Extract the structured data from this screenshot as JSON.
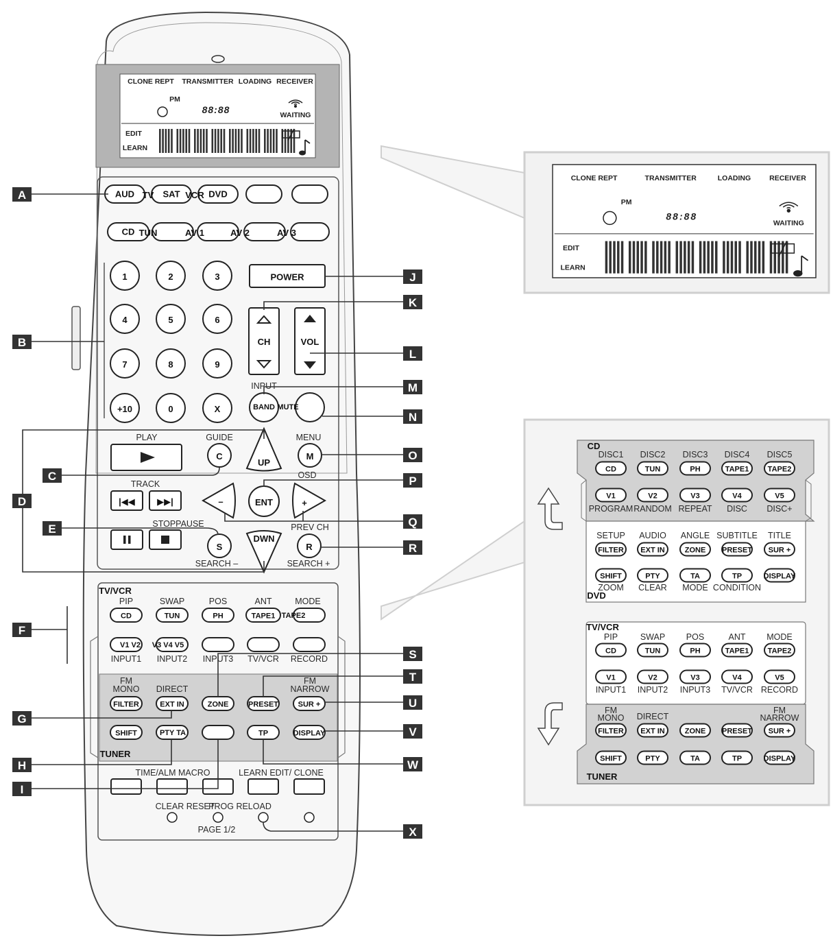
{
  "lcd": {
    "labels": [
      "CLONE REPT",
      "TRANSMITTER",
      "LOADING",
      "RECEIVER"
    ],
    "pm": "PM",
    "time": "88:88",
    "waiting": "WAITING",
    "edit": "EDIT",
    "learn": "LEARN"
  },
  "device_row": [
    "AUD",
    "TV",
    "SAT",
    "VCR",
    "DVD"
  ],
  "source_row": [
    "CD",
    "TUN",
    "AV 1",
    "AV 2",
    "AV 3"
  ],
  "numpad": [
    "1",
    "2",
    "3",
    "4",
    "5",
    "6",
    "7",
    "8",
    "9",
    "+10",
    "0",
    "X"
  ],
  "power_label": "POWER",
  "ch_label": "CH",
  "vol_label": "VOL",
  "input_label": "INPUT",
  "band_label": "BAND",
  "mute_label": "MUTE",
  "nav": {
    "play": "PLAY",
    "guide": "GUIDE",
    "menu": "MENU",
    "track": "TRACK",
    "osd": "OSD",
    "stoppause": "STOPPAUSE",
    "prev_ch": "PREV CH",
    "search_minus": "SEARCH –",
    "search_plus": "SEARCH +",
    "c": "C",
    "m": "M",
    "s": "S",
    "r": "R",
    "up": "UP",
    "dwn": "DWN",
    "ent": "ENT",
    "minus": "–",
    "plus": "+"
  },
  "lower": {
    "tvvcr": "TV/VCR",
    "top_labels": [
      "PIP",
      "SWAP",
      "POS",
      "ANT",
      "MODE"
    ],
    "row1": [
      "CD",
      "TUN",
      "PH",
      "TAPE1",
      "TAPE2"
    ],
    "row2": [
      "V1",
      "V2",
      "V3",
      "V4",
      "V5"
    ],
    "row2_labels": [
      "INPUT1",
      "INPUT2",
      "INPUT3",
      "TV/VCR",
      "RECORD"
    ],
    "fm_mono": "FM\nMONO",
    "direct": "DIRECT",
    "fm_narrow": "FM\nNARROW",
    "row3": [
      "FILTER",
      "EXT IN",
      "ZONE",
      "PRESET",
      "SUR +"
    ],
    "row4": [
      "SHIFT",
      "PTY",
      "TA",
      "TP",
      "DISPLAY"
    ],
    "tuner": "TUNER",
    "bottom_labels": [
      "TIME/ALM",
      "MACRO",
      "LEARN",
      "EDIT/ CLONE"
    ],
    "hole_labels": [
      "CLEAR",
      "RESET",
      "PROG",
      "RELOAD"
    ],
    "page": "PAGE 1/2"
  },
  "callouts": [
    "A",
    "B",
    "C",
    "D",
    "E",
    "F",
    "G",
    "H",
    "I",
    "J",
    "K",
    "L",
    "M",
    "N",
    "O",
    "P",
    "Q",
    "R",
    "S",
    "T",
    "U",
    "V",
    "W",
    "X"
  ],
  "panel_cd": {
    "cd": "CD",
    "top_labels": [
      "DISC1",
      "DISC2",
      "DISC3",
      "DISC4",
      "DISC5"
    ],
    "row1": [
      "CD",
      "TUN",
      "PH",
      "TAPE1",
      "TAPE2"
    ],
    "row2": [
      "V1",
      "V2",
      "V3",
      "V4",
      "V5"
    ],
    "row2_labels": [
      "PROGRAM",
      "RANDOM",
      "REPEAT",
      "DISC",
      "DISC+"
    ],
    "row3_labels": [
      "SETUP",
      "AUDIO",
      "ANGLE",
      "SUBTITLE",
      "TITLE"
    ],
    "row3": [
      "FILTER",
      "EXT IN",
      "ZONE",
      "PRESET",
      "SUR +"
    ],
    "row4": [
      "SHIFT",
      "PTY",
      "TA",
      "TP",
      "DISPLAY"
    ],
    "row4_labels": [
      "ZOOM",
      "CLEAR",
      "MODE",
      "CONDITION",
      ""
    ],
    "dvd": "DVD"
  },
  "panel_tv": {
    "tvvcr": "TV/VCR",
    "top_labels": [
      "PIP",
      "SWAP",
      "POS",
      "ANT",
      "MODE"
    ],
    "row1": [
      "CD",
      "TUN",
      "PH",
      "TAPE1",
      "TAPE2"
    ],
    "row2": [
      "V1",
      "V2",
      "V3",
      "V4",
      "V5"
    ],
    "row2_labels": [
      "INPUT1",
      "INPUT2",
      "INPUT3",
      "TV/VCR",
      "RECORD"
    ],
    "fm_mono": "FM\nMONO",
    "direct": "DIRECT",
    "fm_narrow": "FM\nNARROW",
    "row3": [
      "FILTER",
      "EXT IN",
      "ZONE",
      "PRESET",
      "SUR +"
    ],
    "row4": [
      "SHIFT",
      "PTY",
      "TA",
      "TP",
      "DISPLAY"
    ],
    "tuner": "TUNER"
  },
  "colors": {
    "lcd_frame": "#b4b4b4",
    "tuner_zone": "#d2d2d2",
    "panel_border": "#cfcfcf",
    "callout": "#333333",
    "body": "#f7f7f7"
  }
}
